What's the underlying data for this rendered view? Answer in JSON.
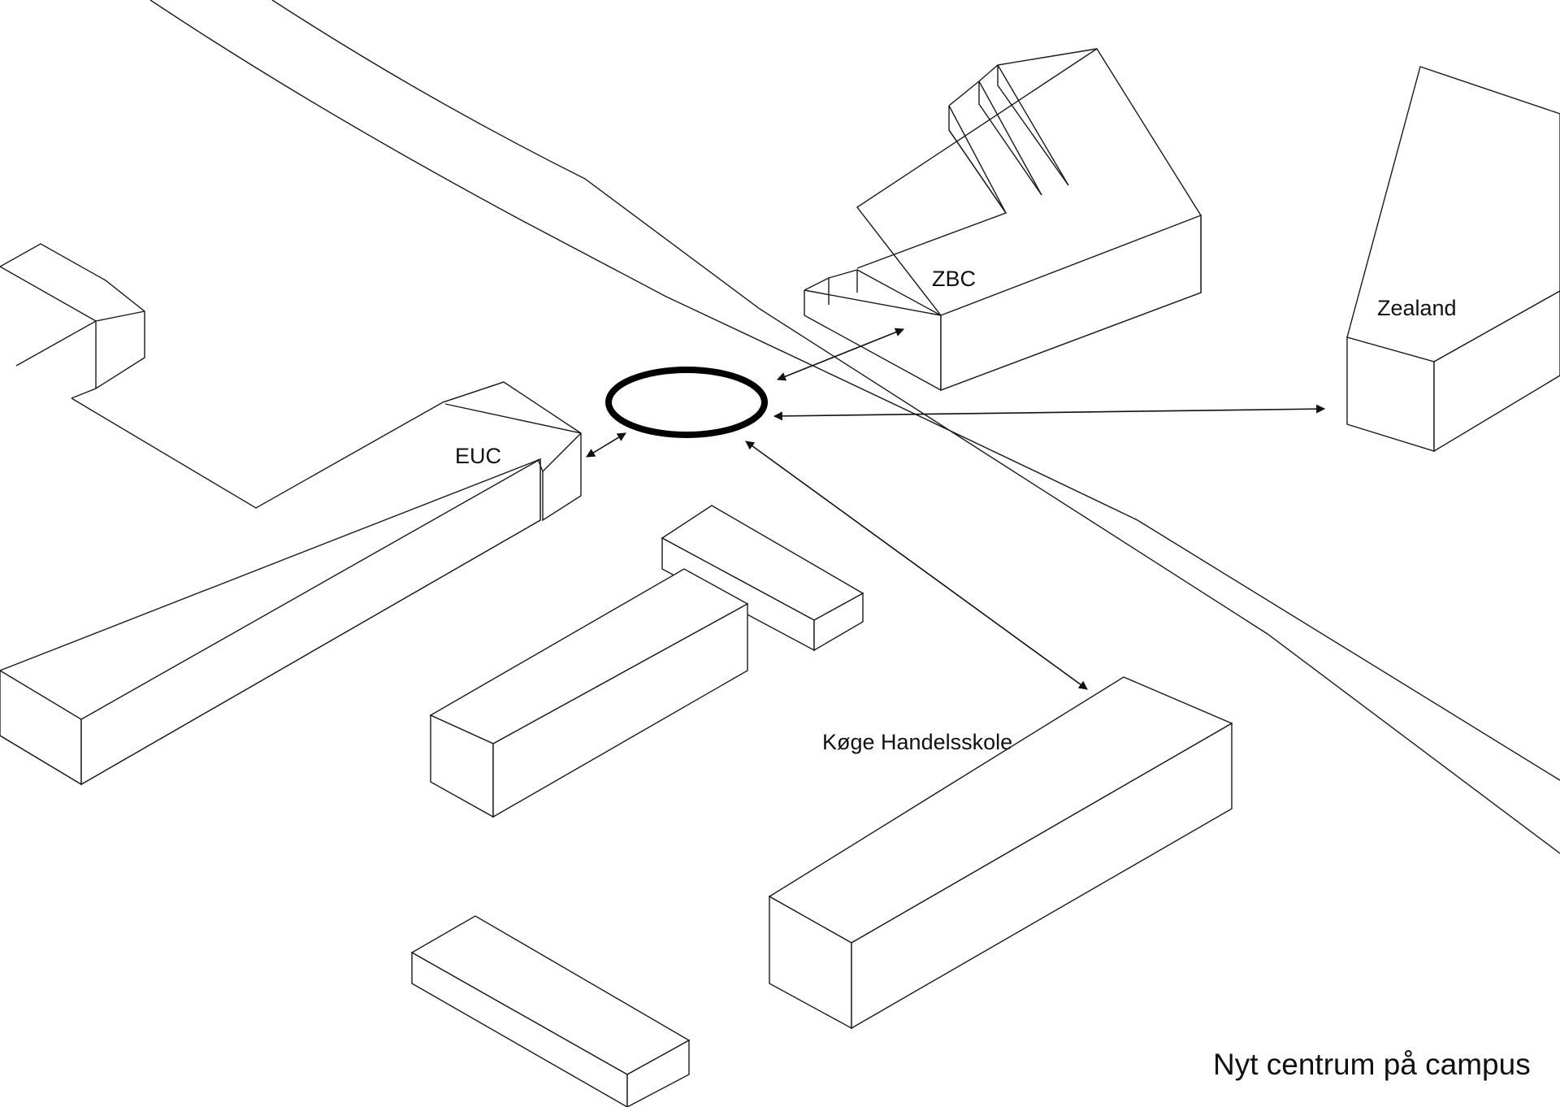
{
  "labels": {
    "euc": "EUC",
    "zbc": "ZBC",
    "zealand": "Zealand",
    "koege": "Køge Handelsskole"
  },
  "title": "Nyt centrum på campus",
  "colors": {
    "line": "#1a1a1a",
    "hub": "#000000",
    "background": "#ffffff"
  }
}
